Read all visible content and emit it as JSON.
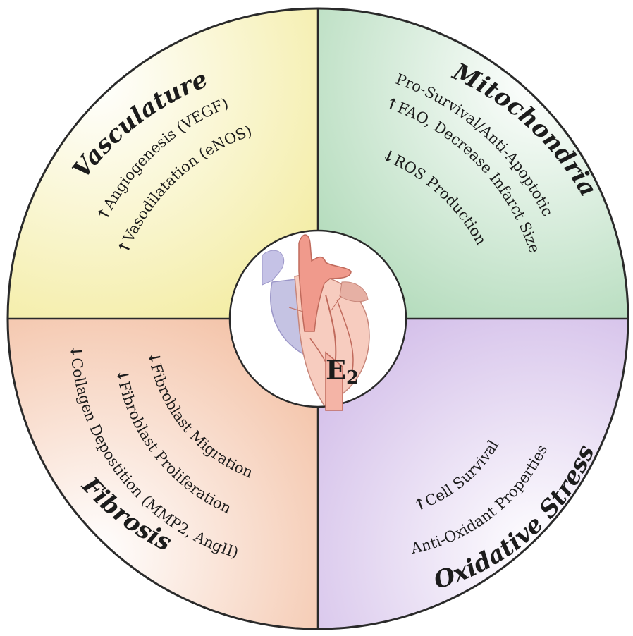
{
  "diagram": {
    "center_label": "E",
    "center_subscript": "2",
    "quadrants": {
      "vasculature": {
        "title": "Vasculature",
        "color": "#f6f1b4",
        "items": [
          {
            "arrow": "↑",
            "text": "Angiogenesis (VEGF)"
          },
          {
            "arrow": "↑",
            "text": "Vasodilatation (eNOS)"
          }
        ]
      },
      "mitochondria": {
        "title": "Mitochondria",
        "color": "#bfe3c6",
        "items": [
          {
            "arrow": "",
            "text": "Pro-Survival/Anti-Apoptotic"
          },
          {
            "arrow": "↑",
            "text": "FAO, Decrease Infarct Size"
          },
          {
            "arrow": "↓",
            "text": "ROS  Production"
          }
        ]
      },
      "fibrosis": {
        "title": "Fibrosis",
        "color": "#f6cdb6",
        "items": [
          {
            "arrow": "↓",
            "text": "Fibroblast Migration"
          },
          {
            "arrow": "↓",
            "text": "Fibroblast Proliferation"
          },
          {
            "arrow": "↓",
            "text": "Collagen Depostition (MMP2, AngII)"
          }
        ]
      },
      "oxidative_stress": {
        "title": "Oxidative Stress",
        "color": "#dccbed",
        "items": [
          {
            "arrow": "↑",
            "text": "Cell Survival"
          },
          {
            "arrow": "",
            "text": "Anti-Oxidant Properties"
          }
        ]
      }
    }
  }
}
